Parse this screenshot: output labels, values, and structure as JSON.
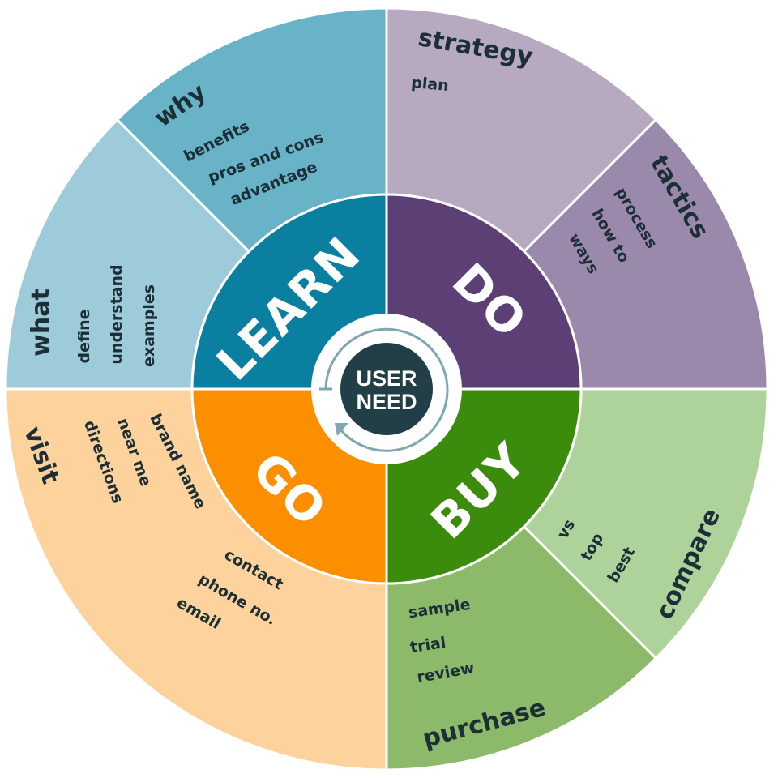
{
  "center": {
    "line1": "USER",
    "line2": "NEED"
  },
  "colors": {
    "learn": "#0a7fa0",
    "why": "#68b3c8",
    "what": "#9ecbd9",
    "do": "#5c3f74",
    "strategy": "#b6a9c0",
    "tactics": "#9b89ab",
    "buy": "#3b8b0d",
    "compare": "#aed39a",
    "purchase": "#8cba6a",
    "go": "#fb8f00",
    "visit": "#fdd29c",
    "center": "#223f48",
    "arrow": "#7fa7ae",
    "text": "#1c2f36"
  },
  "quadrants": {
    "learn": {
      "label": "LEARN",
      "why": {
        "title": "why",
        "items": [
          "benefits",
          "pros and cons",
          "advantage"
        ]
      },
      "what": {
        "title": "what",
        "items": [
          "define",
          "understand",
          "examples"
        ]
      }
    },
    "do": {
      "label": "DO",
      "strategy": {
        "title": "strategy",
        "items": [
          "plan"
        ]
      },
      "tactics": {
        "title": "tactics",
        "items": [
          "process",
          "how to",
          "ways"
        ]
      }
    },
    "buy": {
      "label": "BUY",
      "compare": {
        "title": "compare",
        "items": [
          "vs",
          "top",
          "best"
        ]
      },
      "purchase": {
        "title": "purchase",
        "items": [
          "sample",
          "trial",
          "review"
        ]
      }
    },
    "go": {
      "label": "GO",
      "visit": {
        "title": "visit",
        "items": [
          "directions",
          "near me",
          "brand name",
          "contact",
          "phone no.",
          "email"
        ]
      }
    }
  }
}
